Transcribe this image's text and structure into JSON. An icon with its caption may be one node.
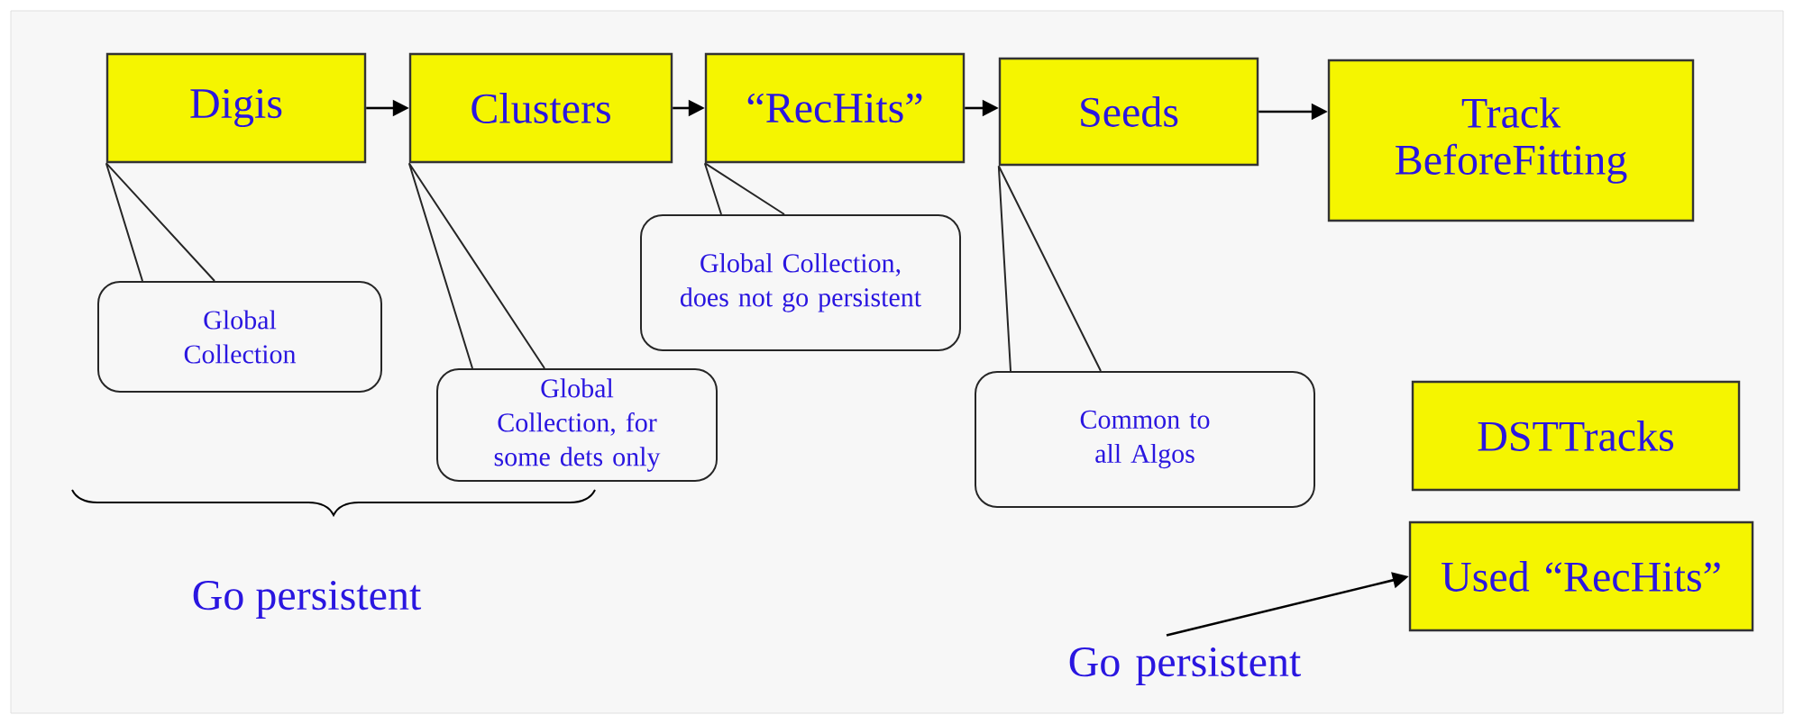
{
  "diagram": {
    "nodes": [
      {
        "text": [
          "Digis"
        ]
      },
      {
        "text": [
          "Clusters"
        ]
      },
      {
        "text": [
          "“RecHits”"
        ]
      },
      {
        "text": [
          "Seeds"
        ]
      },
      {
        "text": [
          "Track BeforeFitting"
        ]
      },
      {
        "text": [
          "Global Collection"
        ]
      },
      {
        "text": [
          "Global Collection, for some dets only"
        ]
      },
      {
        "text": [
          "Global Collection, does not go persistent"
        ]
      },
      {
        "text": [
          "Common to all Algos"
        ]
      },
      {
        "text": [
          "DSTTracks"
        ]
      },
      {
        "text": [
          "Used “RecHits”"
        ]
      },
      {
        "text": [
          "Go persistent"
        ]
      }
    ],
    "edges": [
      {
        "from": 0,
        "to": 1,
        "arrow": "to"
      },
      {
        "from": 1,
        "to": 2,
        "arrow": "to"
      },
      {
        "from": 2,
        "to": 3,
        "arrow": "to"
      },
      {
        "from": 3,
        "to": 4,
        "arrow": "to"
      },
      {
        "from": 5,
        "to": 0,
        "arrow": "none"
      },
      {
        "from": 6,
        "to": 1,
        "arrow": "none"
      },
      {
        "from": 7,
        "to": 2,
        "arrow": "none"
      },
      {
        "from": 8,
        "to": 3,
        "arrow": "none"
      },
      {
        "from": 11,
        "to": 10,
        "arrow": "to"
      }
    ],
    "labels": [
      "Go persistent"
    ]
  }
}
